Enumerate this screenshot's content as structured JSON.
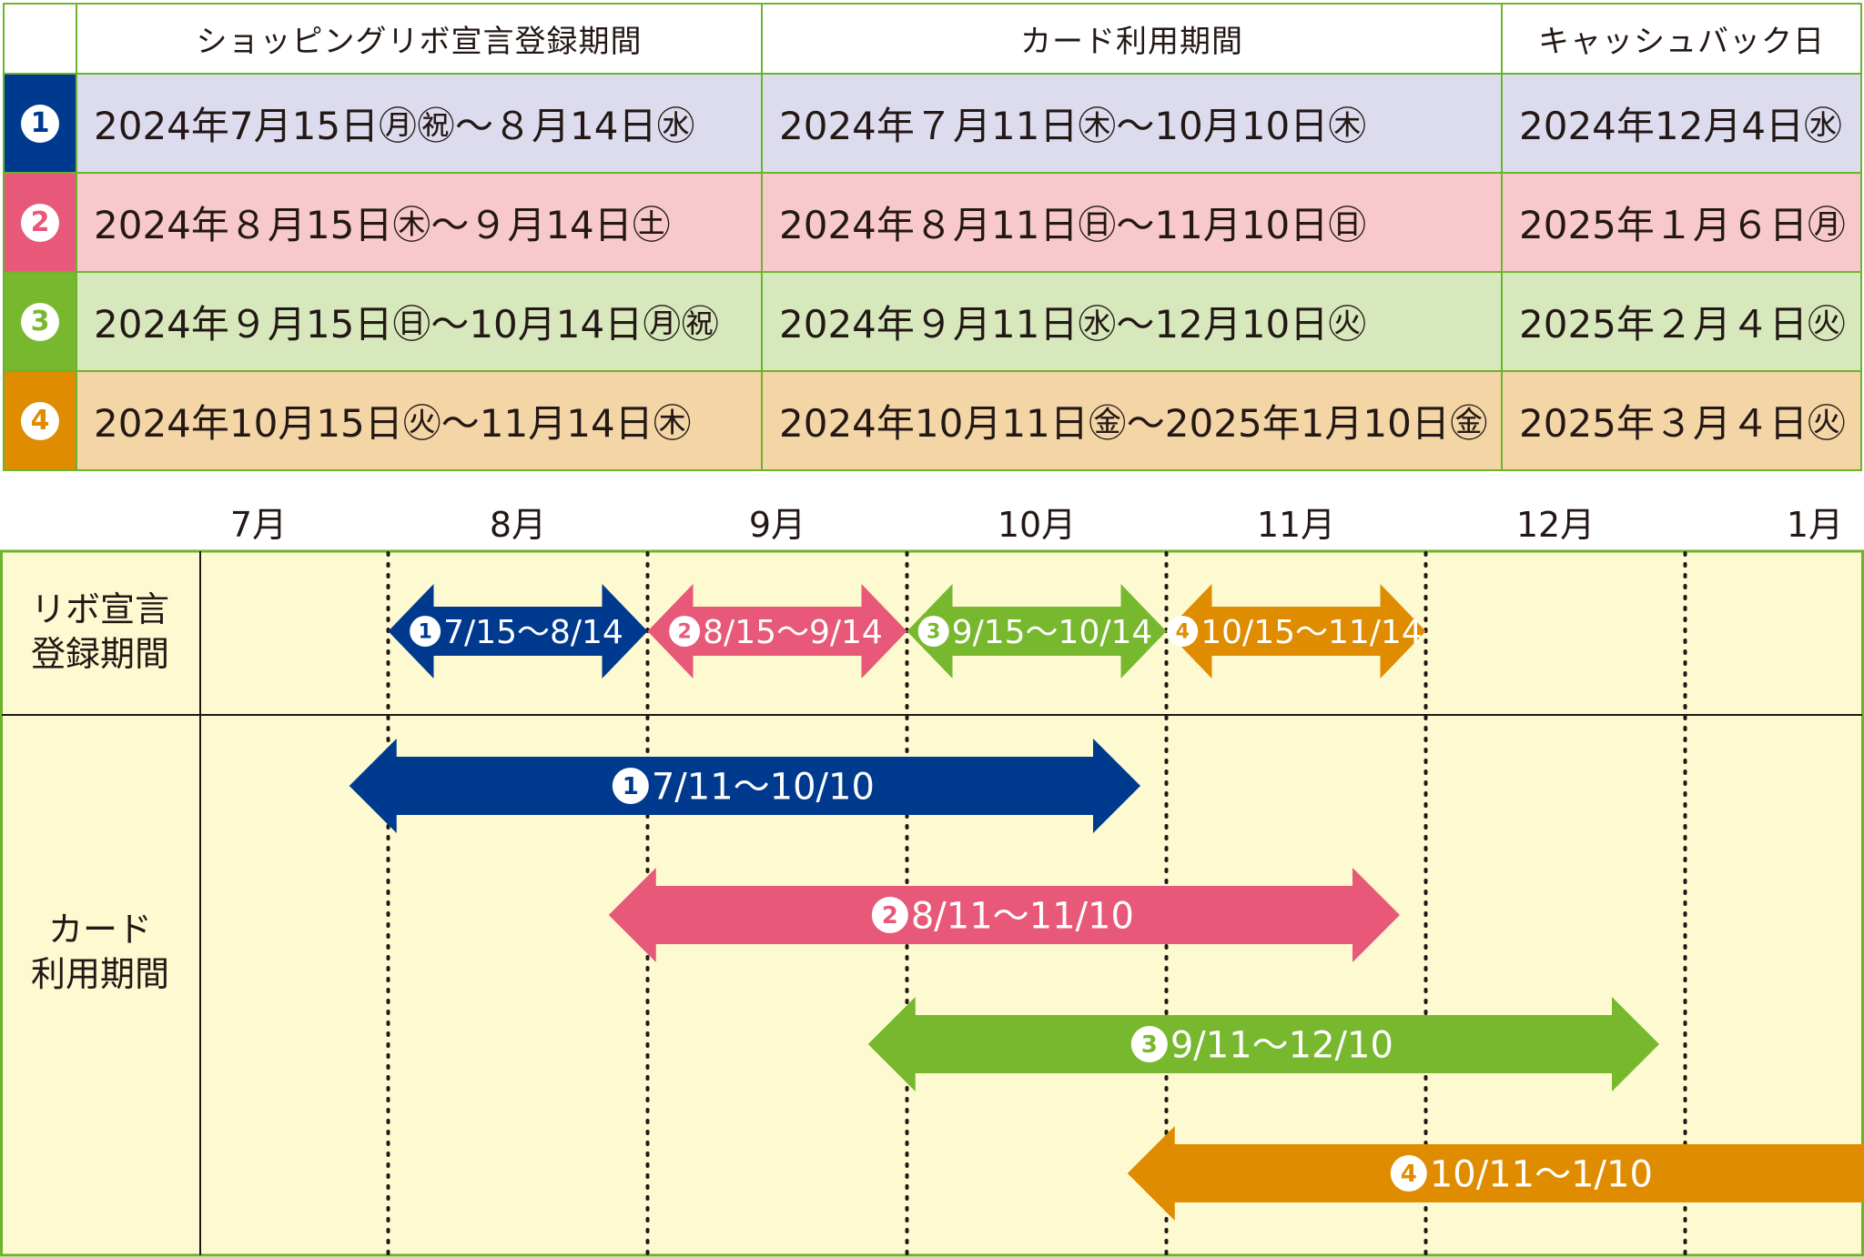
{
  "table": {
    "headers": [
      "ショッピングリボ宣言登録期間",
      "カード利用期間",
      "キャッシュバック日"
    ],
    "rows": [
      {
        "num": "1",
        "color": "#003a8f",
        "bg": "#dddcef",
        "registration": "2024年7月15日㊊㊗～８月14日㊌",
        "usage": "2024年７月11日㊍～10月10日㊍",
        "cashback": "2024年12月4日㊌"
      },
      {
        "num": "2",
        "color": "#e85878",
        "bg": "#f8c9cc",
        "registration": "2024年８月15日㊍～９月14日㊏",
        "usage": "2024年８月11日㊐～11月10日㊐",
        "cashback": "2025年１月６日㊊"
      },
      {
        "num": "3",
        "color": "#77b82e",
        "bg": "#d8e8bd",
        "registration": "2024年９月15日㊐～10月14日㊊㊗",
        "usage": "2024年９月11日㊌～12月10日㊋",
        "cashback": "2025年２月４日㊋"
      },
      {
        "num": "4",
        "color": "#df8c00",
        "bg": "#f3d5a6",
        "registration": "2024年10月15日㊋～11月14日㊍",
        "usage": "2024年10月11日㊎～2025年1月10日㊎",
        "cashback": "2025年３月４日㊋"
      }
    ]
  },
  "timeline": {
    "months": [
      "7月",
      "8月",
      "9月",
      "10月",
      "11月",
      "12月",
      "1月"
    ],
    "registration_label_line1": "リボ宣言",
    "registration_label_line2": "登録期間",
    "usage_label_line1": "カード",
    "usage_label_line2": "利用期間",
    "bg": "#fdfad1",
    "border": "#6bb42c",
    "registration_arrows": [
      {
        "num": "1",
        "label": "7/15～8/14",
        "start": 0.5,
        "end": 1.5,
        "color": "#003a8f"
      },
      {
        "num": "2",
        "label": "8/15～9/14",
        "start": 1.5,
        "end": 2.5,
        "color": "#e85878"
      },
      {
        "num": "3",
        "label": "9/15～10/14",
        "start": 2.5,
        "end": 3.5,
        "color": "#77b82e"
      },
      {
        "num": "4",
        "label": "10/15～11/14",
        "start": 3.5,
        "end": 4.5,
        "color": "#df8c00"
      }
    ],
    "usage_arrows": [
      {
        "num": "1",
        "label": "7/11～10/10",
        "start": 0.35,
        "end": 3.4,
        "color": "#003a8f"
      },
      {
        "num": "2",
        "label": "8/11～11/10",
        "start": 1.35,
        "end": 4.4,
        "color": "#e85878"
      },
      {
        "num": "3",
        "label": "9/11～12/10",
        "start": 2.35,
        "end": 5.4,
        "color": "#77b82e"
      },
      {
        "num": "4",
        "label": "10/11～1/10",
        "start": 3.35,
        "end": 6.4,
        "color": "#df8c00"
      }
    ]
  }
}
